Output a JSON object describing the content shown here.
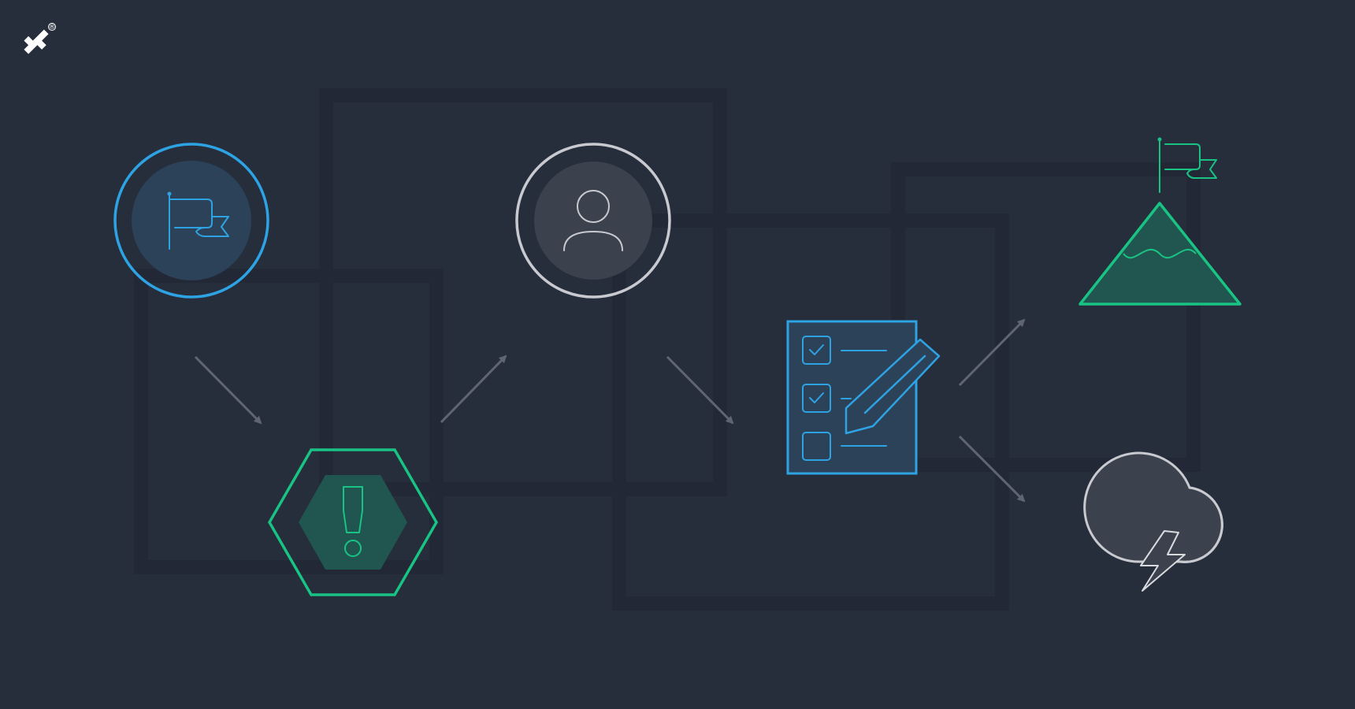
{
  "brand": {
    "logo_icon": "toptal-logo-icon",
    "registered_mark": "®"
  },
  "colors": {
    "background": "#262d3b",
    "frame": "#222836",
    "blue": "#2ea3e3",
    "green": "#18c384",
    "gray": "#c8cad0",
    "arrow": "#5f6573",
    "white": "#ffffff"
  },
  "diagram": {
    "nodes": [
      {
        "id": "start",
        "icon": "flag-icon",
        "shape": "circle",
        "color": "blue"
      },
      {
        "id": "issue",
        "icon": "exclamation-icon",
        "shape": "hexagon",
        "color": "green"
      },
      {
        "id": "person",
        "icon": "user-icon",
        "shape": "circle",
        "color": "gray"
      },
      {
        "id": "plan",
        "icon": "checklist-pencil-icon",
        "shape": "document",
        "color": "blue",
        "checklist": [
          true,
          true,
          false
        ]
      },
      {
        "id": "success",
        "icon": "mountain-flag-icon",
        "shape": "triangle",
        "color": "green"
      },
      {
        "id": "failure",
        "icon": "storm-cloud-icon",
        "shape": "cloud",
        "color": "gray"
      }
    ],
    "edges": [
      {
        "from": "start",
        "to": "issue"
      },
      {
        "from": "issue",
        "to": "person"
      },
      {
        "from": "person",
        "to": "plan"
      },
      {
        "from": "plan",
        "to": "success"
      },
      {
        "from": "plan",
        "to": "failure"
      }
    ]
  }
}
